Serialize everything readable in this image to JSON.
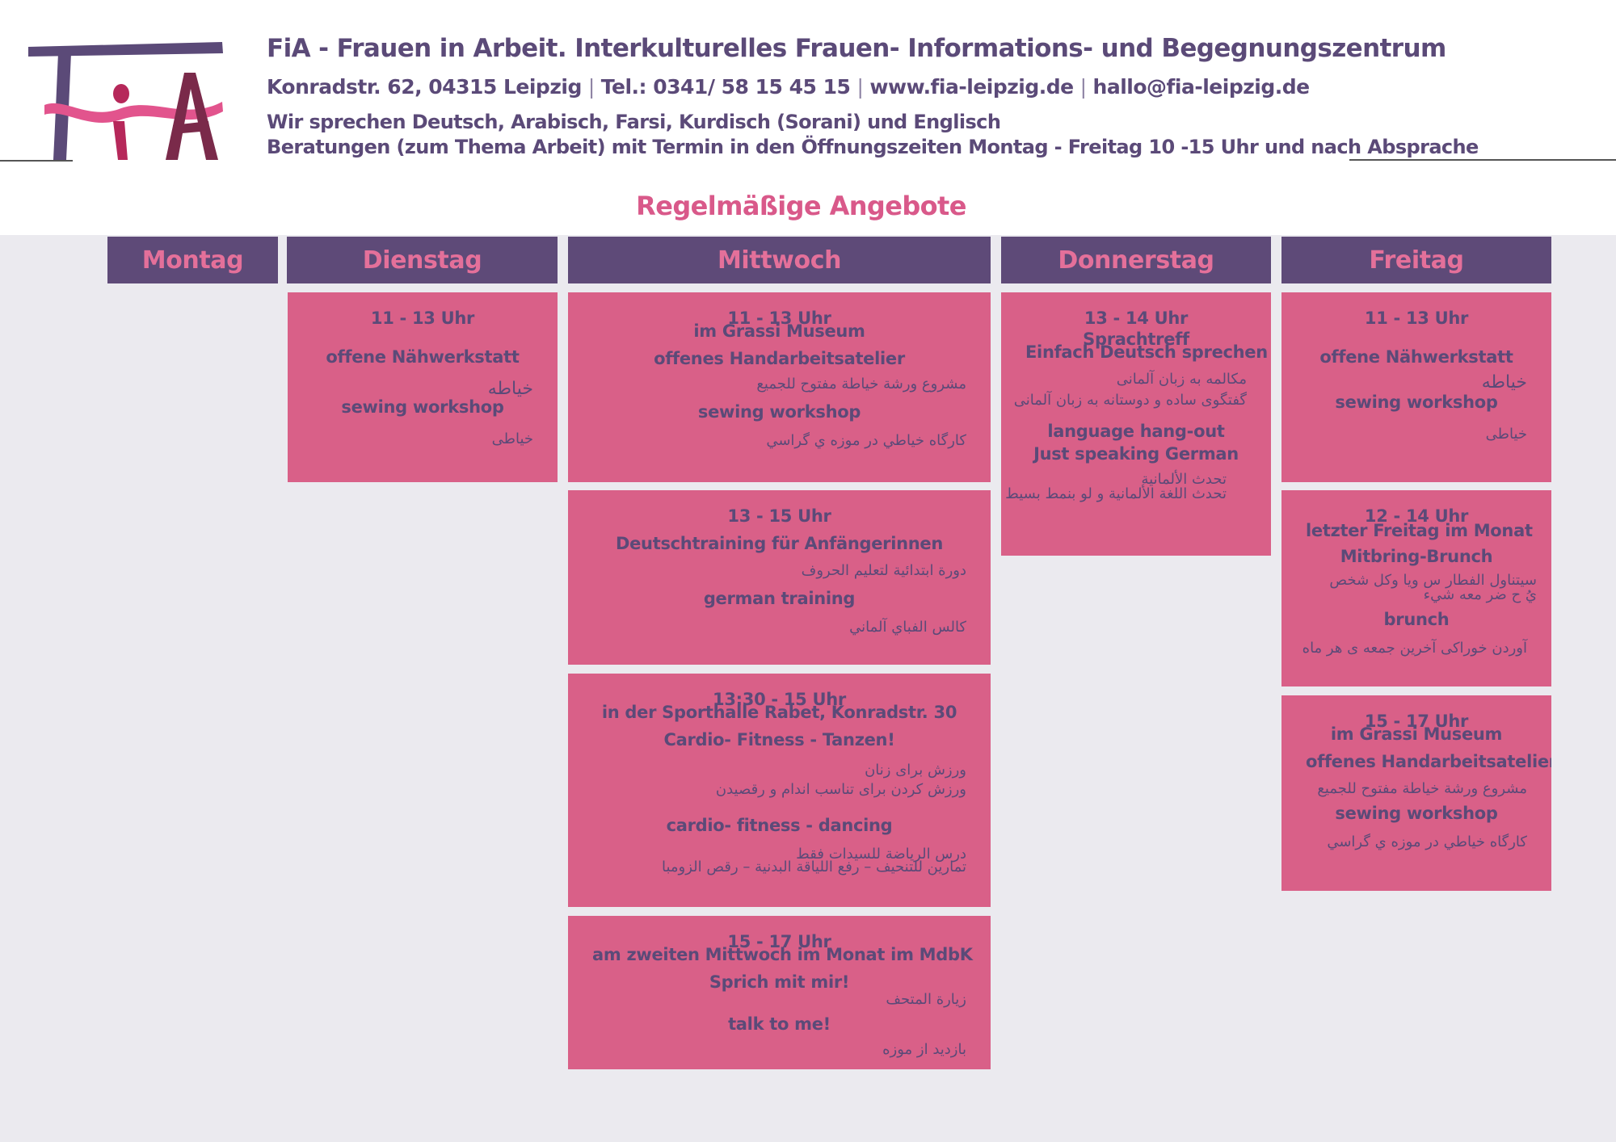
{
  "header": {
    "title": "FiA - Frauen in Arbeit. Interkulturelles Frauen- Informations- und Begegnungszentrum",
    "address": "Konradstr. 62, 04315 Leipzig",
    "phone": "Tel.: 0341/ 58 15 45 15",
    "website": "www.fia-leipzig.de",
    "email": "hallo@fia-leipzig.de",
    "languages": "Wir sprechen Deutsch, Arabisch, Farsi, Kurdisch (Sorani) und Englisch",
    "hours": "Beratungen (zum Thema Arbeit) mit Termin in den Öffnungszeiten Montag - Freitag 10 -15 Uhr und nach Absprache"
  },
  "logo": {
    "alt": "FiA"
  },
  "section_title": "Regelmäßige Angebote",
  "days": [
    "Montag",
    "Dienstag",
    "Mittwoch",
    "Donnerstag",
    "Freitag"
  ],
  "colors": {
    "purple": "#5e4a78",
    "pink": "#d96088",
    "pink_text": "#e4709a",
    "background": "#ebeaef"
  },
  "dienstag": {
    "c1": {
      "time": "11 - 13 Uhr",
      "title": "offene Nähwerkstatt",
      "ar1": "خياطه",
      "en": "sewing workshop",
      "fa": "خیاطی"
    }
  },
  "mittwoch": {
    "c1": {
      "time": "11 - 13 Uhr",
      "place": "im Grassi Museum",
      "title": "offenes Handarbeitsatelier",
      "ar1": "مشروع ورشة خياطة مفتوح للجميع",
      "en": "sewing workshop",
      "fa": "کارگاه خیاطي در موزه ي گراسي"
    },
    "c2": {
      "time": "13 - 15 Uhr",
      "title": "Deutschtraining für Anfängerinnen",
      "ar1": "دورة ابتدائية لتعليم الحروف",
      "en": "german training",
      "fa": "كالس الفباي آلماني"
    },
    "c3": {
      "time": "13:30 - 15 Uhr",
      "place": "in der Sporthalle Rabet, Konradstr. 30",
      "title": "Cardio- Fitness - Tanzen!",
      "fa1": "ورزش برای زنان",
      "fa2": "ورزش کردن برای تناسب اندام و رقصیدن",
      "en": "cardio- fitness - dancing",
      "ar1": "درس الرياضة للسيدات فقط",
      "ar2": "تمارين للتنحيف – رفع اللياقة البدنية – رقص الزومبا"
    },
    "c4": {
      "time": "15 - 17 Uhr",
      "place": "am zweiten Mittwoch im Monat im MdbK",
      "title": "Sprich mit mir!",
      "ar1": "زيارة المتحف",
      "en": "talk to me!",
      "fa": "بازدید از موزه"
    }
  },
  "donnerstag": {
    "c1": {
      "time": "13 - 14 Uhr",
      "place": "Sprachtreff",
      "title": "Einfach Deutsch sprechen",
      "fa1": "مکالمه به زبان آلمانی",
      "fa2": "گفتگوی ساده و دوستانه به زبان آلمانی",
      "en1": "language hang-out",
      "en2": "Just speaking German",
      "ar1": "تحدث الألمانية",
      "ar2": "تحدث اللغة الألمانية و لو بنمط بسيط"
    }
  },
  "freitag": {
    "c1": {
      "time": "11 - 13 Uhr",
      "title": "offene Nähwerkstatt",
      "ar1": "خياطه",
      "en": "sewing workshop",
      "fa": "خیاطی"
    },
    "c2": {
      "time": "12 - 14 Uhr",
      "place": "letzter Freitag im Monat",
      "title": "Mitbring-Brunch",
      "ar1": "سيتناول الفطار س ويا وكل شخص",
      "ar2": "يُ ح ضر معه شيء",
      "en": "brunch",
      "fa": "آوردن خوراکی آخرین جمعه ی هر ماه"
    },
    "c3": {
      "time": "15 - 17 Uhr",
      "place": "im Grassi Museum",
      "title": "offenes Handarbeitsatelier",
      "ar1": "مشروع ورشة خياطة مفتوح للجميع",
      "en": "sewing workshop",
      "fa": "کارگاه خیاطي در موزه ي گراسي"
    }
  }
}
